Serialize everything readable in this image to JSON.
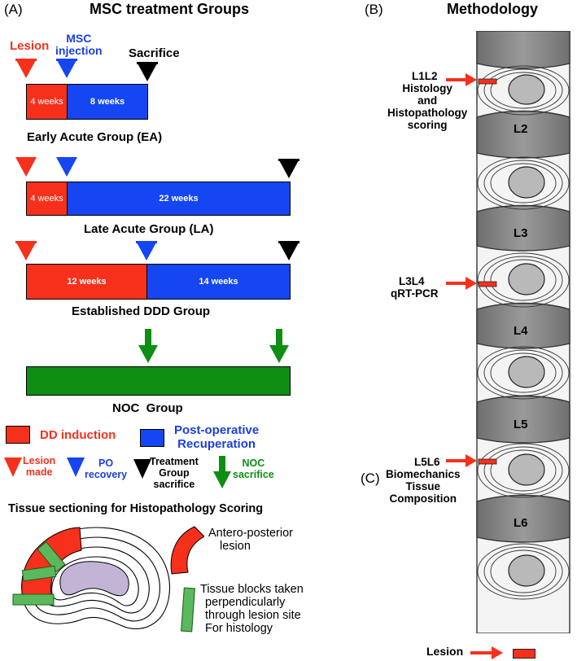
{
  "panel_a": {
    "tag": "(A)",
    "title": "MSC treatment Groups",
    "markers": {
      "lesion": "Lesion",
      "msc_injection_line1": "MSC",
      "msc_injection_line2": "injection",
      "sacrifice": "Sacrifice"
    },
    "groups": [
      {
        "name": "Early Acute Group (EA)",
        "red_label": "4 weeks",
        "blue_label": "8 weeks"
      },
      {
        "name": "Late Acute Group (LA)",
        "red_label": "4 weeks",
        "blue_label": "22 weeks"
      },
      {
        "name": "Established DDD Group",
        "red_label": "12 weeks",
        "blue_label": "14 weeks"
      },
      {
        "name": "NOC  Group"
      }
    ],
    "legend": {
      "dd_induction": "DD induction",
      "post_operative_line1": "Post-operative",
      "post_operative_line2": "Recuperation",
      "lesion_made_line1": "Lesion",
      "lesion_made_line2": "made",
      "po_recovery_line1": "PO",
      "po_recovery_line2": "recovery",
      "treatment_line1": "Treatment",
      "treatment_line2": "Group",
      "treatment_line3": "sacrifice",
      "noc_line1": "NOC",
      "noc_line2": "sacrifice"
    },
    "sectioning": {
      "title": "Tissue sectioning for Histopathology Scoring",
      "antero_line1": "Antero-posterior",
      "antero_line2": "lesion",
      "blocks_line1": "Tissue blocks taken",
      "blocks_line2": "perpendicularly",
      "blocks_line3": "through lesion site",
      "blocks_line4": "For histology"
    }
  },
  "panel_b": {
    "tag": "(B)",
    "title": "Methodology",
    "vertebrae": [
      "L2",
      "L3",
      "L4",
      "L5",
      "L6"
    ],
    "annotations": {
      "l1l2_line1": "L1L2",
      "l1l2_line2": "Histology",
      "l1l2_line3": "and",
      "l1l2_line4": "Histopathology",
      "l1l2_line5": "scoring",
      "l3l4_line1": "L3L4",
      "l3l4_line2": "qRT-PCR",
      "l5l6_line1": "L5L6",
      "l5l6_line2": "Biomechanics",
      "l5l6_line3": "Tissue",
      "l5l6_line4": "Composition"
    },
    "legend_lesion": "Lesion"
  },
  "panel_c": {
    "tag": "(C)"
  },
  "colors": {
    "red": "#f7301c",
    "blue": "#1546f2",
    "green": "#0e8e12",
    "black": "#000000",
    "vertebra_grey": "#8c8c8c",
    "nucleus_purple": "#c3b4d6"
  }
}
